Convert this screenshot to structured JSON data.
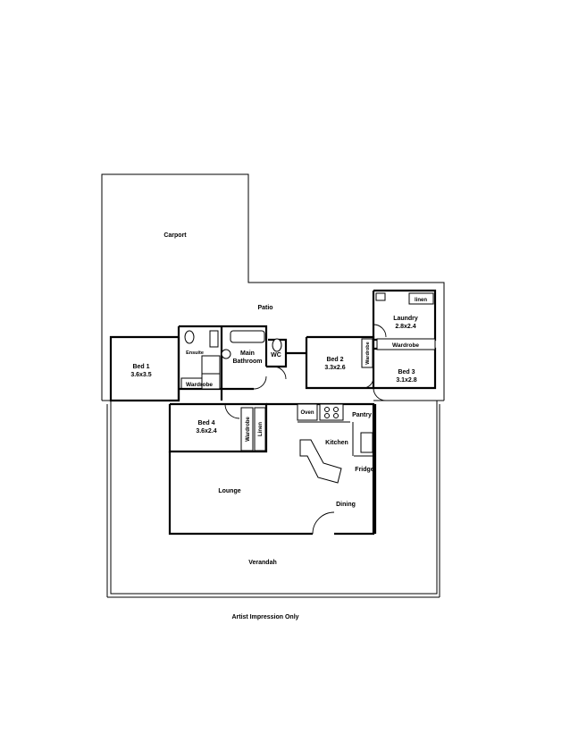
{
  "plan": {
    "labels": {
      "carport": "Carport",
      "patio": "Patio",
      "bed1_name": "Bed 1",
      "bed1_size": "3.6x3.5",
      "ensuite": "Ensuite",
      "main_bath_1": "Main",
      "main_bath_2": "Bathroom",
      "wc": "WC",
      "bed1_wardrobe": "Wardrobe",
      "bed2_name": "Bed 2",
      "bed2_size": "3.3x2.6",
      "bed2_wardrobe": "Wardrobe",
      "laundry_name": "Laundry",
      "laundry_size": "2.8x2.4",
      "linen_laundry": "linen",
      "bed3_wardrobe": "Wardrobe",
      "bed3_name": "Bed 3",
      "bed3_size": "3.1x2.8",
      "bed4_name": "Bed 4",
      "bed4_size": "3.6x2.4",
      "bed4_wardrobe": "Wardrobe",
      "bed4_linen": "Linen",
      "oven": "Oven",
      "pantry": "Pantry",
      "kitchen": "Kitchen",
      "fridge": "Fridge",
      "lounge": "Lounge",
      "dining": "Dining",
      "verandah": "Verandah"
    },
    "caption": "Artist Impression Only"
  }
}
